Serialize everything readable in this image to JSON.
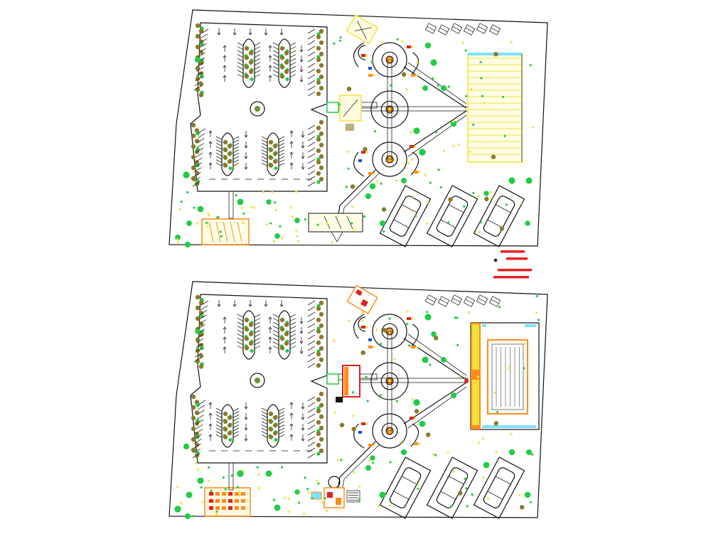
{
  "drawing": {
    "colors": {
      "line": "#111111",
      "tree_green": "#22cc44",
      "shrub_brown": "#8a7a2a",
      "yellow": "#f2e23a",
      "orange": "#ff8c1a",
      "red": "#e0201a",
      "blue": "#1a4fd6",
      "cyan": "#7ee0ff",
      "legend_red": "#e82020"
    },
    "plans": [
      {
        "id": "upper-plan",
        "variant": "pool-deck",
        "cars": 3,
        "benches": 6
      },
      {
        "id": "lower-plan",
        "variant": "pool",
        "cars": 3,
        "benches": 6
      }
    ],
    "legend": {
      "bars": 4
    }
  }
}
